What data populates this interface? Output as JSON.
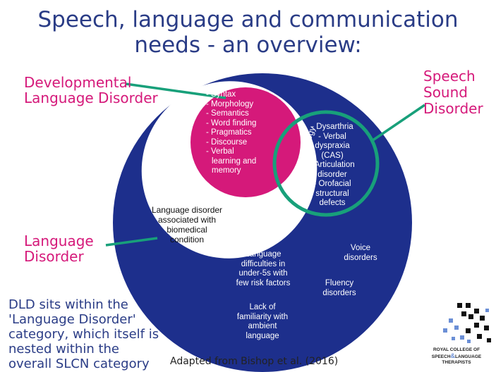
{
  "title_line1": "Speech, language and communication",
  "title_line2": "needs - an overview:",
  "labels": {
    "dld_line1": "Developmental",
    "dld_line2": "Language Disorder",
    "ssd_line1": "Speech",
    "ssd_line2": "Sound",
    "ssd_line3": "Disorder",
    "ld_line1": "Language",
    "ld_line2": "Disorder"
  },
  "dld_items": [
    "- Syntax",
    "- Morphology",
    "- Semantics",
    "- Word finding",
    "- Pragmatics",
    "- Discourse",
    "- Verbal",
    "learning and",
    "memory"
  ],
  "phonology_label": "Phonology",
  "ssd_items": [
    "- Dysarthria",
    "- Verbal",
    "dyspraxia",
    "(CAS)",
    "- Articulation",
    "disorder",
    "- Orofacial",
    "structural",
    "defects"
  ],
  "biomedical": [
    "Language disorder",
    "associated with",
    "biomedical",
    "condition"
  ],
  "under5": [
    "Language",
    "difficulties in",
    "under-5s with",
    "few risk factors"
  ],
  "voice": [
    "Voice",
    "disorders"
  ],
  "fluency": [
    "Fluency",
    "disorders"
  ],
  "familiarity": [
    "Lack of",
    "familiarity with",
    "ambient",
    "language"
  ],
  "note": [
    "DLD sits within the",
    "'Language Disorder'",
    "category, which itself is",
    "nested within the",
    "overall SLCN category"
  ],
  "credit": "Adapted from Bishop et al. (2016)",
  "logo": {
    "line1": "ROYAL COLLEGE OF",
    "line2_a": "SPEECH",
    "line2_b": "LANGUAGE",
    "line3": "THERAPISTS"
  },
  "colors": {
    "navy": "#1d2f8c",
    "pink": "#d5197a",
    "green": "#18a07a",
    "title_blue": "#2a3c86"
  }
}
